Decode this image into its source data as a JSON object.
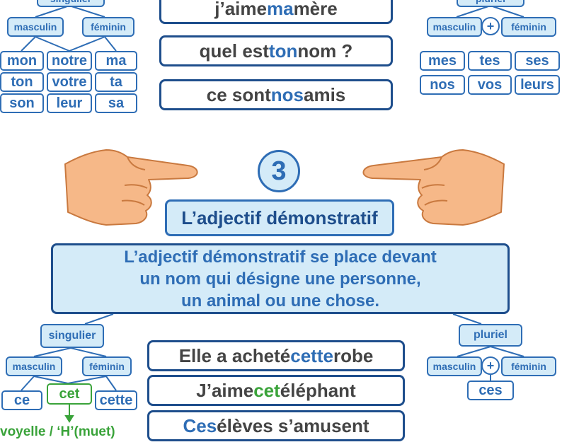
{
  "possessive": {
    "singular_label": "singulier",
    "plural_label": "pluriel",
    "masc_label": "masculin",
    "fem_label": "féminin",
    "plus": "+",
    "masc_words": [
      "mon",
      "ton",
      "son"
    ],
    "mid_words": [
      "notre",
      "votre",
      "leur"
    ],
    "fem_words": [
      "ma",
      "ta",
      "sa"
    ],
    "plural_words_row1": [
      "mes",
      "tes",
      "ses"
    ],
    "plural_words_row2": [
      "nos",
      "vos",
      "leurs"
    ],
    "sentences": [
      {
        "pre": "j’aime ",
        "hl": "ma",
        "post": " mère"
      },
      {
        "pre": "quel est ",
        "hl": "ton",
        "post": " nom ?"
      },
      {
        "pre": "ce sont ",
        "hl": "nos",
        "post": " amis"
      }
    ]
  },
  "section_number": "3",
  "title": "L’adjectif démonstratif",
  "definition": [
    "L’adjectif démonstratif se place devant",
    "un nom qui désigne une personne,",
    "un animal ou une chose."
  ],
  "demonstrative": {
    "singular_label": "singulier",
    "plural_label": "pluriel",
    "masc_label": "masculin",
    "fem_label": "féminin",
    "plus": "+",
    "masc_word": "ce",
    "special_word": "cet",
    "fem_word": "cette",
    "plural_word": "ces",
    "note": "voyelle / ‘H’(muet)",
    "sentences": [
      {
        "pre": "Elle a acheté ",
        "hl": "cette",
        "post": " robe",
        "hl_color": "blue"
      },
      {
        "pre": "J’aime ",
        "hl": "cet",
        "post": " éléphant",
        "hl_color": "green"
      },
      {
        "pre": "",
        "hl": "Ces",
        "post": " élèves s’amusent",
        "hl_color": "blue"
      }
    ]
  },
  "icons": [
    "pointing-hand-right-icon",
    "pointing-hand-left-icon"
  ],
  "colors": {
    "accent": "#2e6db5",
    "dark": "#1e4e8c",
    "box_fill": "#d4ebf8",
    "green": "#3aa33a",
    "hand": "#f6b888"
  }
}
